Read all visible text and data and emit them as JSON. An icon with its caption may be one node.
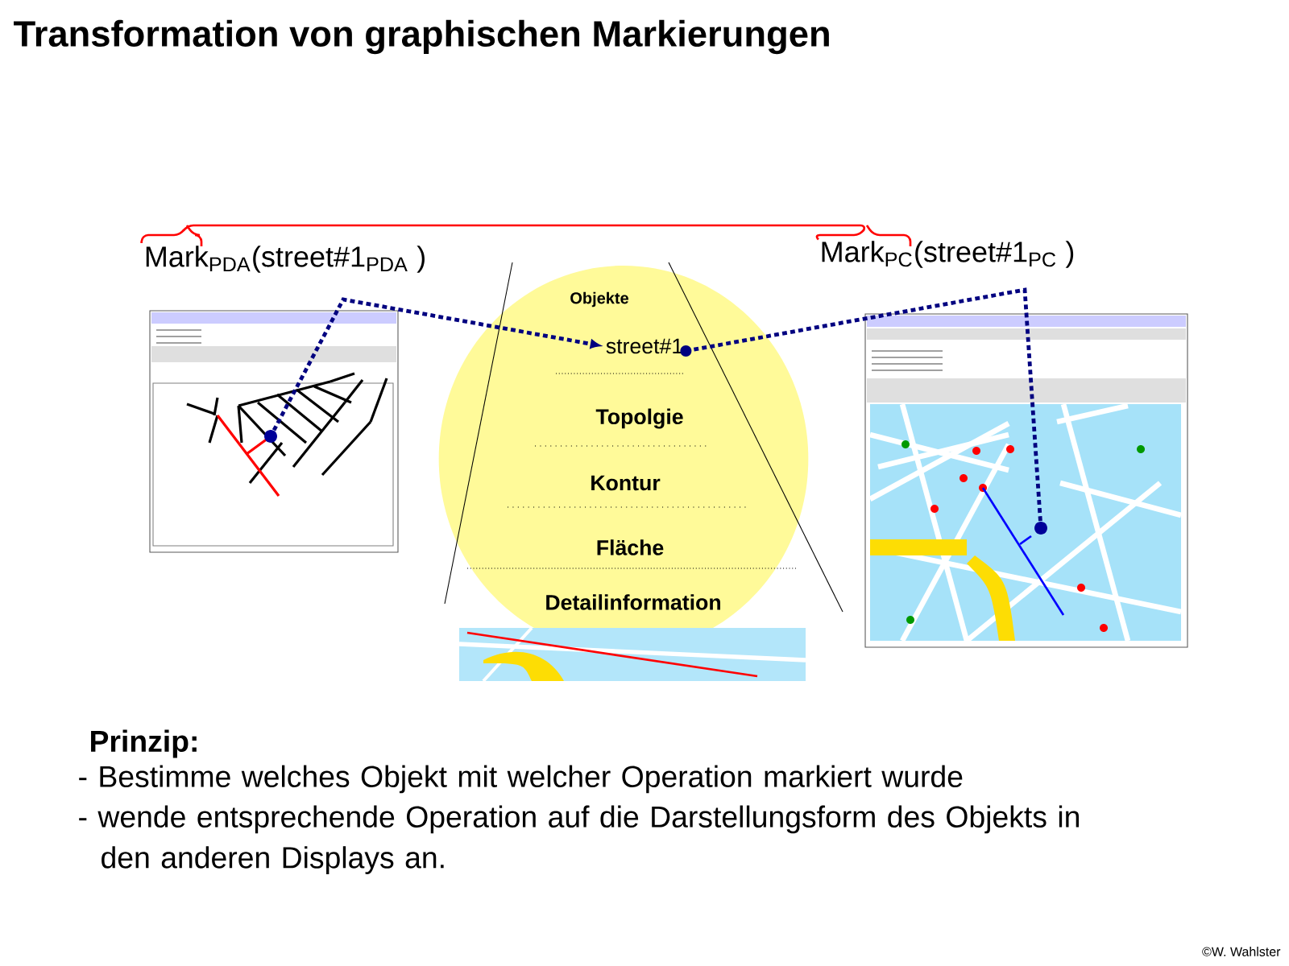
{
  "diagram": {
    "title": "Transformation von graphischen Markierungen",
    "nodes": [
      {
        "text": [
          "Mark$_{PDA}$(street#1$_{PDA}$ )"
        ]
      },
      {
        "text": [
          "Mark$_{PC}$(street#1$_{PC}$ )"
        ]
      },
      {
        "text": [],
        "shape": "picture"
      },
      {
        "text": [],
        "shape": "circle",
        "in": 2
      },
      {
        "text": [
          "Objekte",
          "Topolgie",
          "Kontur",
          "Fläche",
          "Detailinformation"
        ]
      },
      {
        "text": [
          "street#1"
        ],
        "in": 4
      },
      {
        "text": [],
        "shape": "picture"
      },
      {
        "text": [],
        "shape": "circle",
        "in": 6
      }
    ],
    "edges": [
      {
        "from": 0,
        "to": 1,
        "arrow": "none",
        "color": "#ff0000"
      },
      {
        "from": 3,
        "to": 5,
        "arrow": "to",
        "style": "dashed"
      },
      {
        "from": 5,
        "to": 7,
        "arrow": "other",
        "style": "dashed"
      }
    ],
    "labels": [
      "Prinzip:",
      "- Bestimme welches Objekt mit welcher Operation markiert wurde",
      "- wende entsprechende Operation auf die Darstellungsform des Objekts in den anderen Displays an.",
      "©W. Wahlster"
    ]
  }
}
